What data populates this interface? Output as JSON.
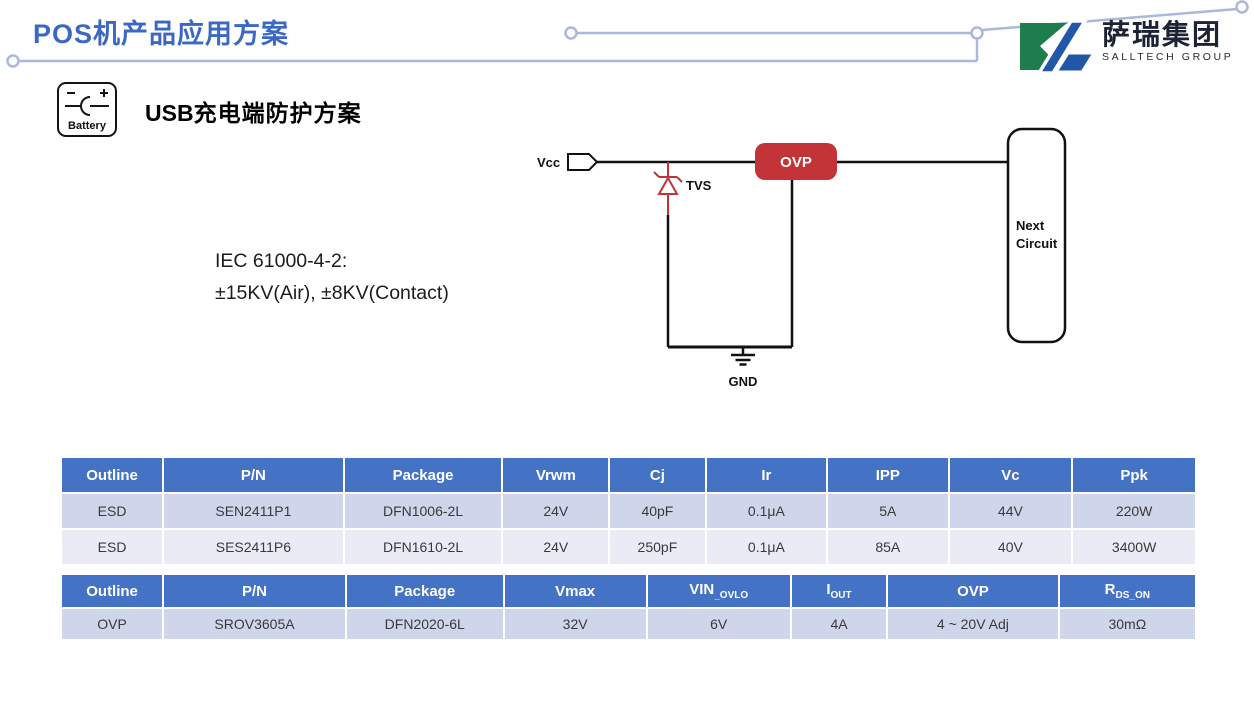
{
  "header": {
    "title": "POS机产品应用方案",
    "logo": {
      "cn": "萨瑞集团",
      "en": "SALLTECH GROUP"
    }
  },
  "intro": {
    "battery_label": "Battery",
    "heading_en": "USB",
    "heading_cn": "充电端防护方案"
  },
  "standards": {
    "line1": "IEC 61000-4-2:",
    "line2": "±15KV(Air), ±8KV(Contact)"
  },
  "circuit": {
    "vcc_label": "Vcc",
    "tvs_label": "TVS",
    "ovp_label": "OVP",
    "next_line1": "Next",
    "next_line2": "Circuit",
    "gnd_label": "GND"
  },
  "colors": {
    "title_blue": "#3b68c4",
    "table_header_blue": "#4472c4",
    "row_odd": "#cfd5ea",
    "row_even": "#e9ebf5",
    "accent_red": "#c23438",
    "logo_green": "#1e7c4d",
    "logo_blue": "#2157a8",
    "decor_line": "#a9b8dc"
  },
  "tables": [
    {
      "headers": [
        "Outline",
        "P/N",
        "Package",
        "Vrwm",
        "Cj",
        "Ir",
        "IPP",
        "Vc",
        "Ppk"
      ],
      "rows": [
        [
          "ESD",
          "SEN2411P1",
          "DFN1006-2L",
          "24V",
          "40pF",
          "0.1μA",
          "5A",
          "44V",
          "220W"
        ],
        [
          "ESD",
          "SES2411P6",
          "DFN1610-2L",
          "24V",
          "250pF",
          "0.1μA",
          "85A",
          "40V",
          "3400W"
        ]
      ]
    },
    {
      "headers": [
        {
          "main": "Outline"
        },
        {
          "main": "P/N"
        },
        {
          "main": "Package"
        },
        {
          "main": "Vmax"
        },
        {
          "main": "VIN",
          "sub": "_OVLO"
        },
        {
          "main": "I",
          "sub": "OUT"
        },
        {
          "main": "OVP"
        },
        {
          "main": "R",
          "sub": "DS_ON"
        }
      ],
      "rows": [
        [
          "OVP",
          "SROV3605A",
          "DFN2020-6L",
          "32V",
          "6V",
          "4A",
          "4 ~ 20V Adj",
          "30mΩ"
        ]
      ]
    }
  ]
}
